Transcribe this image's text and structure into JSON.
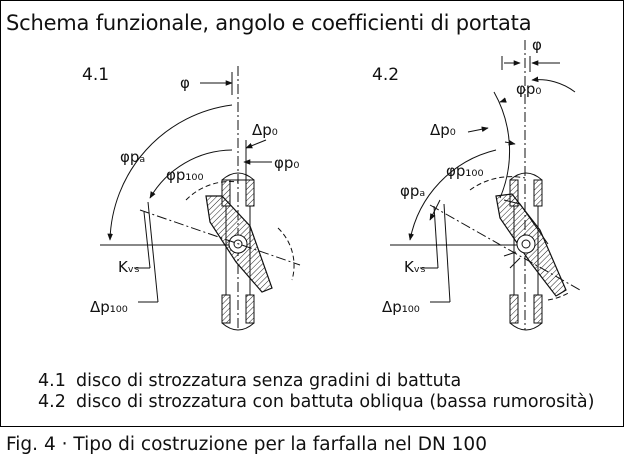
{
  "title": "Schema funzionale, angolo e coefficienti di portata",
  "figures": [
    {
      "id": "4.1",
      "labels": {
        "phi": "φ",
        "delta_p0": "Δp₀",
        "phi_p0": "φp₀",
        "phi_pa": "φpₐ",
        "phi_p100": "φp₁₀₀",
        "kvs": "Kᵥₛ",
        "delta_p100": "Δp₁₀₀"
      }
    },
    {
      "id": "4.2",
      "labels": {
        "phi": "φ",
        "delta_p0": "Δp₀",
        "phi_p0": "φp₀",
        "phi_pa": "φpₐ",
        "phi_p100": "φp₁₀₀",
        "kvs": "Kᵥₛ",
        "delta_p100": "Δp₁₀₀"
      }
    }
  ],
  "legend": [
    {
      "code": "4.1",
      "text": "disco di strozzatura senza gradini di battuta"
    },
    {
      "code": "4.2",
      "text": "disco di strozzatura con battuta obliqua (bassa rumorosità)"
    }
  ],
  "caption": "Fig. 4  ·  Tipo di costruzione  per la farfalla nel DN 100"
}
